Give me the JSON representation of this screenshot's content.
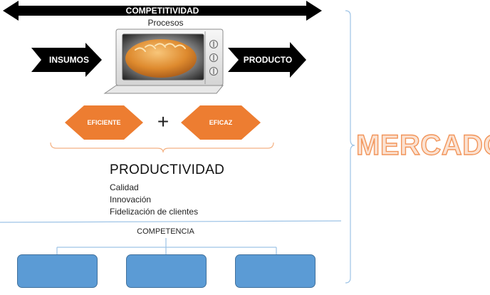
{
  "header": {
    "label": "COMPETITIVIDAD"
  },
  "process": {
    "label": "Procesos",
    "input_label": "INSUMOS",
    "output_label": "PRODUCTO"
  },
  "factors": {
    "left_label": "EFICIENTE",
    "operator": "+",
    "right_label": "EFICAZ"
  },
  "productivity": {
    "title": "PRODUCTIVIDAD",
    "items": [
      "Calidad",
      "Innovación",
      "Fidelización de clientes"
    ]
  },
  "competition": {
    "label": "COMPETENCIA",
    "boxes": [
      "",
      "",
      ""
    ]
  },
  "market": {
    "label": "MERCADO"
  },
  "colors": {
    "arrow_fill": "#000000",
    "diamond_fill": "#ed7d31",
    "brace_orange": "#f4b183",
    "line_blue": "#9dc3e6",
    "box_fill": "#5b9bd5",
    "box_border": "#41719c",
    "market_text_fill": "#fbe2d2",
    "market_text_stroke": "#f2955a"
  }
}
